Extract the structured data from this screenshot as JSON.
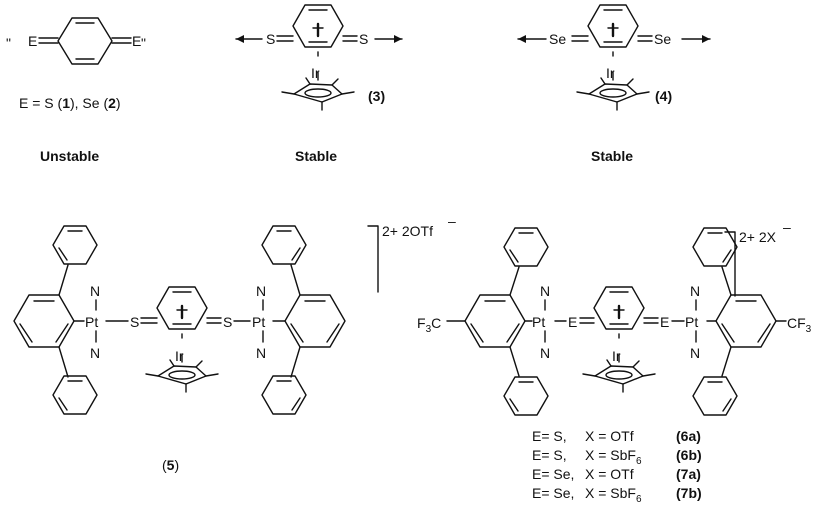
{
  "top": {
    "unstable": {
      "quote_open": "\"",
      "quote_close": "\"",
      "atom_left": "E",
      "atom_right": "E",
      "legend_prefix": "E = S (",
      "legend_num1": "1",
      "legend_mid": "),  Se (",
      "legend_num2": "2",
      "legend_suffix": ")",
      "caption": "Unstable"
    },
    "complex3": {
      "atom_left": "S",
      "atom_right": "S",
      "metal": "Ir",
      "label": "(3)",
      "caption": "Stable"
    },
    "complex4": {
      "atom_left": "Se",
      "atom_right": "Se",
      "metal": "Ir",
      "label": "(4)",
      "caption": "Stable"
    }
  },
  "bottom": {
    "complex5": {
      "charge": "2+ 2OTf",
      "charge_minus": "–",
      "n_labels": [
        "N",
        "N",
        "N",
        "N"
      ],
      "pt": "Pt",
      "s_left": "S",
      "s_right": "S",
      "metal": "Ir",
      "label_prefix": "(",
      "label_num": "5",
      "label_suffix": ")"
    },
    "complex67": {
      "charge": "2+ 2X",
      "charge_minus": "–",
      "cf3_left": "F",
      "cf3_left_sub": "3",
      "cf3_left_c": "C",
      "cf3_right": "CF",
      "cf3_right_sub": "3",
      "n_labels": [
        "N",
        "N",
        "N",
        "N"
      ],
      "pt": "Pt",
      "e_left": "E",
      "e_right": "E",
      "metal": "Ir",
      "variants": [
        {
          "e": "E=  S,",
          "x_prefix": "X = OTf",
          "x_sub": "",
          "id": "(6a)"
        },
        {
          "e": "E=  S,",
          "x_prefix": "X = SbF",
          "x_sub": "6",
          "id": "(6b)"
        },
        {
          "e": "E=  Se,",
          "x_prefix": "X = OTf",
          "x_sub": "",
          "id": "(7a)"
        },
        {
          "e": "E=  Se,",
          "x_prefix": "X = SbF",
          "x_sub": "6",
          "id": "(7b)"
        }
      ]
    }
  }
}
